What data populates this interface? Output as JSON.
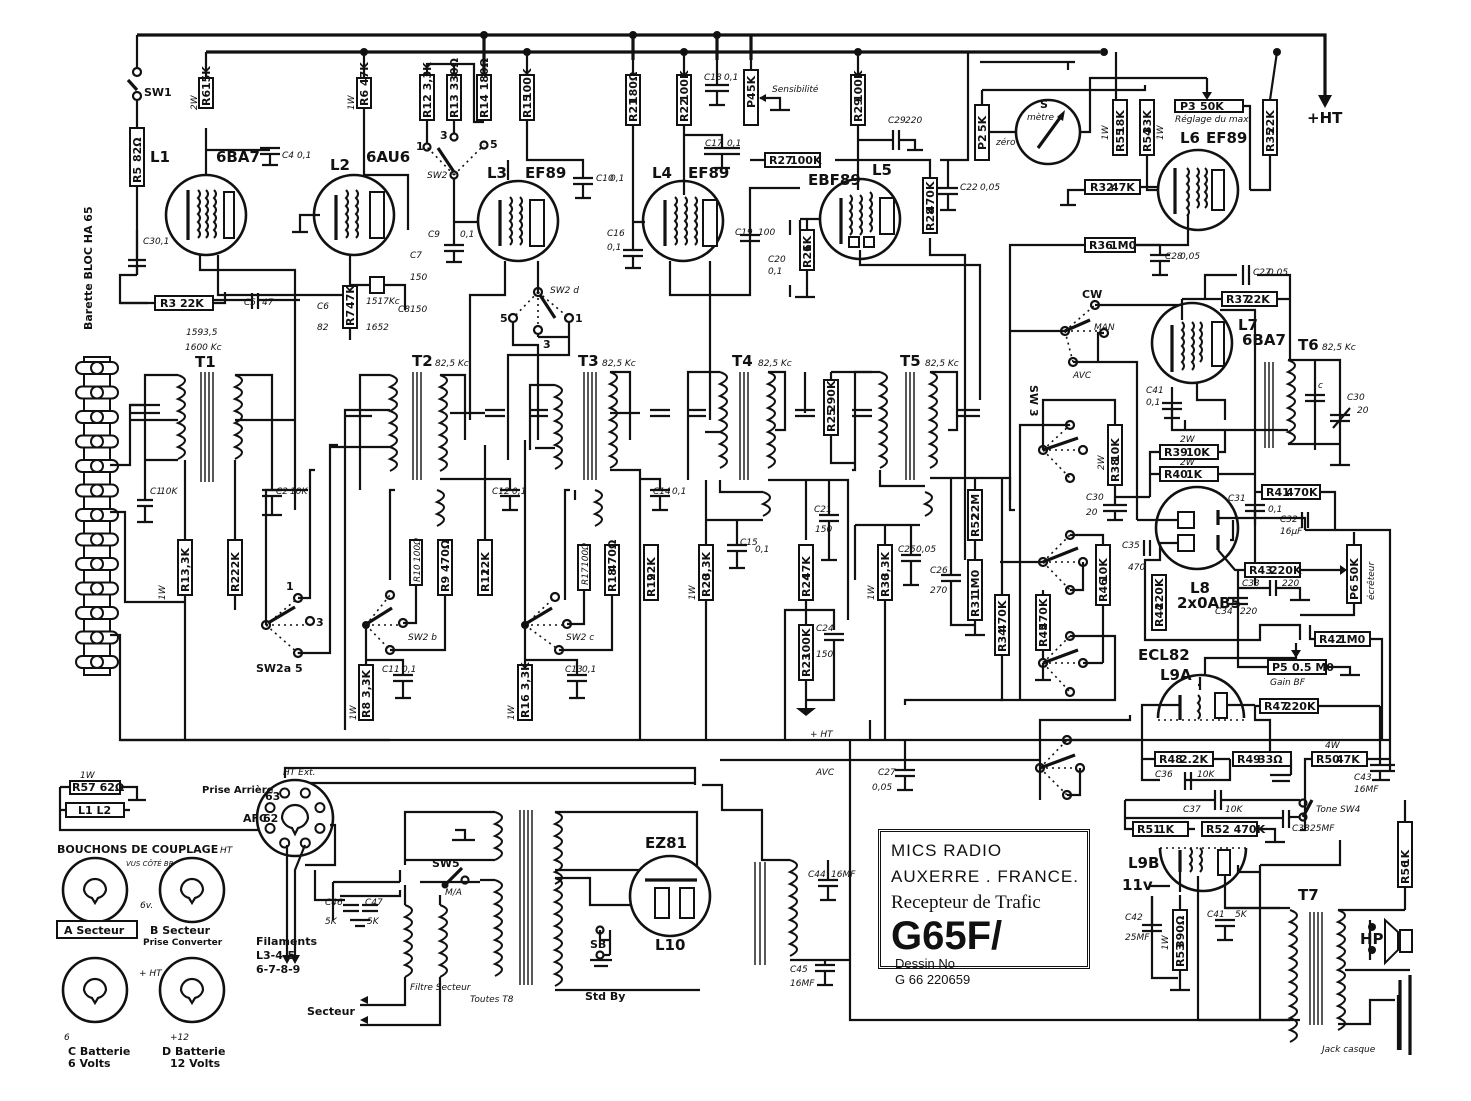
{
  "title_block": {
    "company": "MICS RADIO",
    "location": "AUXERRE . FRANCE.",
    "description": "Recepteur de Trafic",
    "model": "G65F/",
    "drawing_label": "Dessin No",
    "drawing_prefix": "G 66",
    "drawing_number": "220659"
  },
  "tubes": [
    {
      "ref": "L1",
      "type": "6BA7"
    },
    {
      "ref": "L2",
      "type": "6AU6"
    },
    {
      "ref": "L3",
      "type": "EF89"
    },
    {
      "ref": "L4",
      "type": "EF89"
    },
    {
      "ref": "L5",
      "type": "EBF89"
    },
    {
      "ref": "L6",
      "type": "EF89"
    },
    {
      "ref": "L7",
      "type": "6BA7"
    },
    {
      "ref": "L8",
      "type": "2x0AB5"
    },
    {
      "ref": "L9A",
      "type": "ECL82"
    },
    {
      "ref": "L9B",
      "type": ""
    },
    {
      "ref": "L10",
      "type": "EZ81"
    }
  ],
  "transformers": [
    {
      "ref": "T1",
      "note": "1593,5 / 1600 Kc"
    },
    {
      "ref": "T2",
      "note": "82,5 Kc"
    },
    {
      "ref": "T3",
      "note": "82,5 Kc"
    },
    {
      "ref": "T4",
      "note": "82,5 Kc"
    },
    {
      "ref": "T5",
      "note": "82,5 Kc"
    },
    {
      "ref": "T6",
      "note": "82,5 Kc"
    },
    {
      "ref": "T7",
      "note": ""
    },
    {
      "ref": "T8",
      "note": "Toutes T8"
    }
  ],
  "resistors": [
    {
      "ref": "R5",
      "value": "82Ω"
    },
    {
      "ref": "R6",
      "value": "15K",
      "power": "2W"
    },
    {
      "ref": "R6b",
      "value": "47K",
      "power": "1W",
      "label": "R6 47K"
    },
    {
      "ref": "R12",
      "value": "3,3K"
    },
    {
      "ref": "R13",
      "value": "330Ω"
    },
    {
      "ref": "R14",
      "value": "180Ω"
    },
    {
      "ref": "R15",
      "value": "100K"
    },
    {
      "ref": "R21",
      "value": "180Ω"
    },
    {
      "ref": "R22",
      "value": "100K"
    },
    {
      "ref": "P4",
      "value": "5K",
      "note": "Sensibilité"
    },
    {
      "ref": "R29",
      "value": "100K"
    },
    {
      "ref": "R27",
      "value": "100K"
    },
    {
      "ref": "R26",
      "value": "1K"
    },
    {
      "ref": "R28",
      "value": "470K"
    },
    {
      "ref": "P2",
      "value": "5K",
      "note": "zéro"
    },
    {
      "ref": "R55",
      "value": "18K",
      "power": "1W"
    },
    {
      "ref": "R54",
      "value": "33K",
      "power": "1W"
    },
    {
      "ref": "P3",
      "value": "50K",
      "note": "Réglage du maxi"
    },
    {
      "ref": "R35",
      "value": "22K"
    },
    {
      "ref": "R32",
      "value": "47K",
      "power": "1W"
    },
    {
      "ref": "R36",
      "value": "1M0"
    },
    {
      "ref": "R3",
      "value": "22K"
    },
    {
      "ref": "R7",
      "value": "47K"
    },
    {
      "ref": "R1",
      "value": "3,3K",
      "power": "1W"
    },
    {
      "ref": "R2",
      "value": "22K"
    },
    {
      "ref": "R8",
      "value": "3,3K",
      "power": "1W"
    },
    {
      "ref": "R10",
      "value": "100Ω"
    },
    {
      "ref": "R9",
      "value": "470Ω"
    },
    {
      "ref": "R11",
      "value": "22K"
    },
    {
      "ref": "R16",
      "value": "3,3K",
      "power": "1W"
    },
    {
      "ref": "R17",
      "value": "100Ω"
    },
    {
      "ref": "R18",
      "value": "470Ω"
    },
    {
      "ref": "R19",
      "value": "22K"
    },
    {
      "ref": "R20",
      "value": "3,3K",
      "power": "1W"
    },
    {
      "ref": "R24",
      "value": "47K"
    },
    {
      "ref": "R23",
      "value": "100K"
    },
    {
      "ref": "R25",
      "value": "290K"
    },
    {
      "ref": "R30",
      "value": "3,3K",
      "power": "1W"
    },
    {
      "ref": "R52",
      "value": "22M"
    },
    {
      "ref": "R31",
      "value": "1M0"
    },
    {
      "ref": "R34",
      "value": "470K"
    },
    {
      "ref": "R38",
      "value": "10K",
      "power": "2W"
    },
    {
      "ref": "R45",
      "value": "470K"
    },
    {
      "ref": "R46",
      "value": "10K"
    },
    {
      "ref": "R37",
      "value": "22K"
    },
    {
      "ref": "R39",
      "value": "10K",
      "power": "2W"
    },
    {
      "ref": "R40",
      "value": "1K",
      "power": "2W"
    },
    {
      "ref": "R41",
      "value": "470K"
    },
    {
      "ref": "R43",
      "value": "220K"
    },
    {
      "ref": "P6",
      "value": "50K",
      "note": "écrêteur"
    },
    {
      "ref": "R42",
      "value": "1M0"
    },
    {
      "ref": "R44",
      "value": "220K"
    },
    {
      "ref": "P5",
      "value": "0.5 M0",
      "note": "Gain BF"
    },
    {
      "ref": "R47",
      "value": "220K"
    },
    {
      "ref": "R48",
      "value": "2.2K"
    },
    {
      "ref": "R49",
      "value": "33Ω"
    },
    {
      "ref": "R50",
      "value": "47K",
      "power": "4W"
    },
    {
      "ref": "R51",
      "value": "1K"
    },
    {
      "ref": "R52b",
      "value": "470K",
      "label": "R52 470K"
    },
    {
      "ref": "R53",
      "value": "390Ω",
      "power": "1W"
    },
    {
      "ref": "R56",
      "value": "1K"
    },
    {
      "ref": "R57",
      "value": "62Ω",
      "power": "1W"
    }
  ],
  "capacitors": [
    {
      "ref": "C3",
      "value": "0,1"
    },
    {
      "ref": "C4",
      "value": "0,1"
    },
    {
      "ref": "C5",
      "value": "47"
    },
    {
      "ref": "C6",
      "value": "82"
    },
    {
      "ref": "C7",
      "value": "150"
    },
    {
      "ref": "C8",
      "value": "150"
    },
    {
      "ref": "C9",
      "value": "0,1"
    },
    {
      "ref": "C10",
      "value": "0,1"
    },
    {
      "ref": "C16",
      "value": "0,1"
    },
    {
      "ref": "C17",
      "value": "0,1"
    },
    {
      "ref": "C18",
      "value": "0,1"
    },
    {
      "ref": "C19",
      "value": "100"
    },
    {
      "ref": "C20",
      "value": "0,1"
    },
    {
      "ref": "C21",
      "value": "0,1"
    },
    {
      "ref": "C22",
      "value": "0,05"
    },
    {
      "ref": "C28",
      "value": "0,05"
    },
    {
      "ref": "C1",
      "value": "10K"
    },
    {
      "ref": "C2",
      "value": "10K"
    },
    {
      "ref": "C11",
      "value": "0,1"
    },
    {
      "ref": "C12",
      "value": "0,1"
    },
    {
      "ref": "C13",
      "value": "0,1"
    },
    {
      "ref": "C14",
      "value": "0,1"
    },
    {
      "ref": "C15",
      "value": "0,1"
    },
    {
      "ref": "C23",
      "value": "150"
    },
    {
      "ref": "C24",
      "value": "150"
    },
    {
      "ref": "C25",
      "value": "0,05"
    },
    {
      "ref": "C26",
      "value": "270"
    },
    {
      "ref": "C27",
      "value": "0,05"
    },
    {
      "ref": "C29",
      "value": "220"
    },
    {
      "ref": "C30",
      "value": "20"
    },
    {
      "ref": "C31",
      "value": "0,1"
    },
    {
      "ref": "C32",
      "value": "16µF"
    },
    {
      "ref": "C33",
      "value": "220"
    },
    {
      "ref": "C34",
      "value": "220"
    },
    {
      "ref": "C35",
      "value": "470"
    },
    {
      "ref": "C36",
      "value": "10K"
    },
    {
      "ref": "C37",
      "value": "10K"
    },
    {
      "ref": "C38",
      "value": "25MF"
    },
    {
      "ref": "C39",
      "value": "470"
    },
    {
      "ref": "C40",
      "value": "10K"
    },
    {
      "ref": "C41",
      "value": "5K"
    },
    {
      "ref": "C42",
      "value": "25MF"
    },
    {
      "ref": "C43",
      "value": "16MF"
    },
    {
      "ref": "C44",
      "value": "16MF"
    },
    {
      "ref": "C45",
      "value": "16MF"
    },
    {
      "ref": "C46",
      "value": "5K"
    },
    {
      "ref": "C47",
      "value": "5K"
    }
  ],
  "switches": [
    {
      "ref": "SW1"
    },
    {
      "ref": "SW2",
      "positions": [
        "1",
        "3",
        "5"
      ]
    },
    {
      "ref": "SW2a",
      "positions": [
        "1",
        "3",
        "5"
      ]
    },
    {
      "ref": "SW2b"
    },
    {
      "ref": "SW2c"
    },
    {
      "ref": "SW2d",
      "positions": [
        "5",
        "3",
        "1"
      ]
    },
    {
      "ref": "SW3",
      "positions": [
        "CW",
        "MAN",
        "AVC"
      ]
    },
    {
      "ref": "SW4",
      "note": "Tone"
    },
    {
      "ref": "SW5",
      "note": "M/A"
    },
    {
      "ref": "SB",
      "note": "Std By"
    }
  ],
  "labels": {
    "barrette": "Barette BLOC HA 65",
    "ht": "+HT",
    "ht2": "+ HT",
    "avc": "AVC",
    "smeter": "S mètre",
    "sensibilite": "Sensibilité",
    "zero": "zéro",
    "reglage": "Réglage du maxi",
    "gain_bf": "Gain BF",
    "ecreteur": "écrêteur",
    "tone": "Tone SW4",
    "hp": "HP",
    "jack": "Jack casque",
    "voltage_11v": "11v",
    "prise_arriere": "Prise Arrière",
    "afc": "AFC",
    "pin63": "63",
    "pin62": "62",
    "ht_ext": "HT Ext.",
    "filaments": "Filaments",
    "filaments_l1": "L3-4-5",
    "filaments_l2": "6-7-8-9",
    "secteur": "Secteur",
    "filtre_secteur": "Filtre Secteur",
    "toutes_t8": "Toutes T8",
    "std_by": "Std By",
    "sw5": "SW5",
    "ma": "M/A",
    "bouchons": "BOUCHONS DE COUPLAGE",
    "vus_cote": "VUS CÔTÉ BROCHE",
    "plug_a": "A Secteur",
    "plug_b": "B Secteur",
    "plug_b2": "Prise Converter",
    "plug_c": "C Batterie",
    "plug_c2": "6 Volts",
    "plug_d": "D Batterie",
    "plug_d2": "12 Volts",
    "plug_6v": "6v.",
    "plug_ht": "HT",
    "plug_12": "+12",
    "plug_6": "6",
    "l1l2": "L1 L2",
    "r57": "R57 62Ω",
    "w1": "1W",
    "cw": "CW",
    "man": "MAN",
    "sw3": "SW 3",
    "sw2": "SW2",
    "sw2a": "SW2a 5",
    "sw2b": "SW2 b",
    "sw2c": "SW2 c",
    "sw2d": "SW2 d",
    "sb": "SB",
    "l9a": "L9A",
    "l9b": "L9B",
    "ecl82": "ECL82",
    "w4": "4W",
    "t1_note1": "1593,5",
    "t1_note2": "1600 Kc",
    "kc": "82,5 Kc"
  }
}
